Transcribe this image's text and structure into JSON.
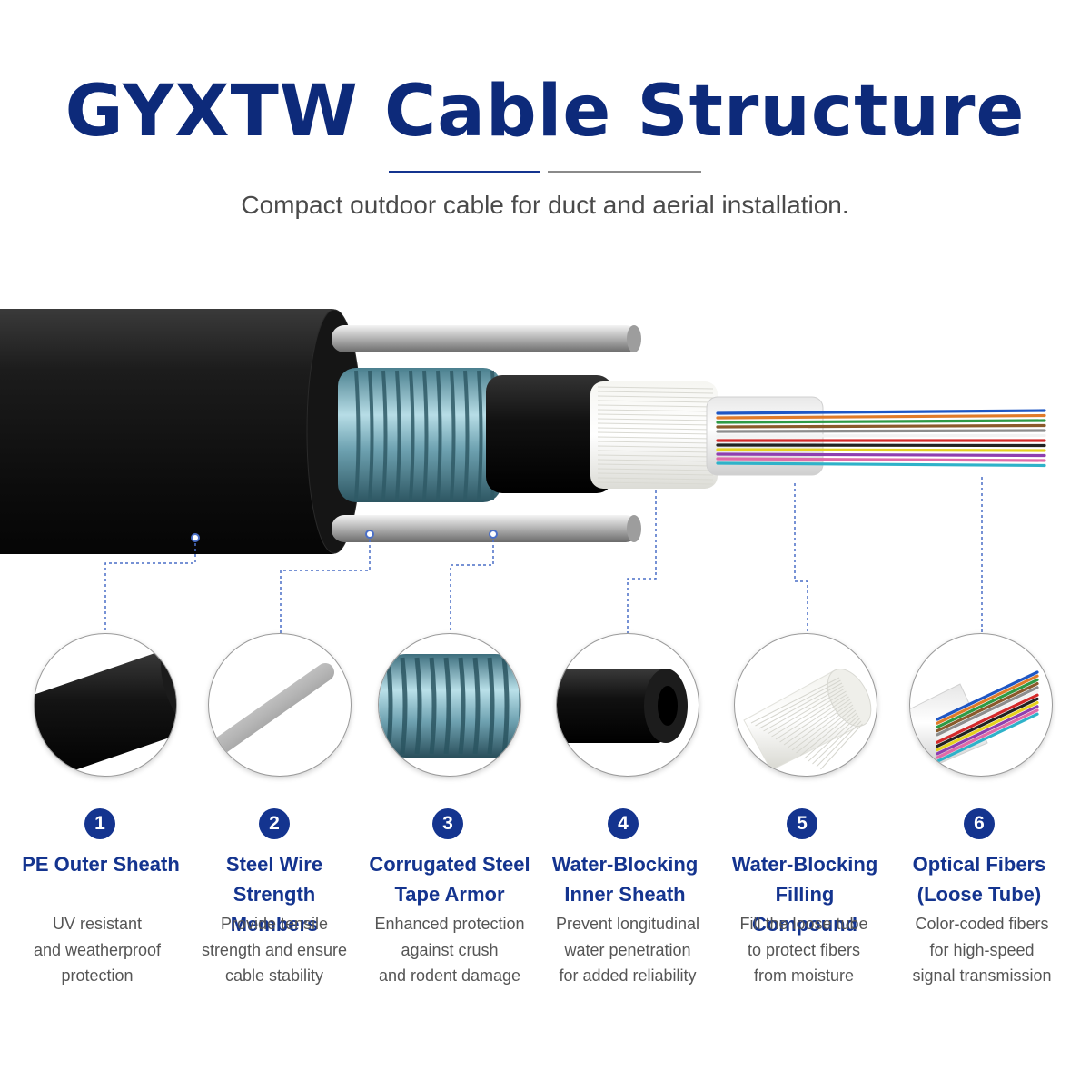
{
  "title": "GYXTW Cable Structure",
  "subtitle": "Compact outdoor cable for duct and aerial installation.",
  "colors": {
    "brand_blue": "#14348f",
    "title_blue": "#0d2a7a",
    "divider_gray": "#8a8a8a",
    "text_gray": "#555555",
    "leader_line": "#4a6fc7"
  },
  "components": [
    {
      "number": "1",
      "name": "PE Outer Sheath",
      "description": [
        "UV resistant",
        "and weatherproof",
        "protection"
      ],
      "icon": "pe-outer-sheath-icon"
    },
    {
      "number": "2",
      "name": "Steel Wire Strength Members",
      "description": [
        "Provide tensile",
        "strength and ensure",
        "cable stability"
      ],
      "icon": "steel-wire-icon"
    },
    {
      "number": "3",
      "name": "Corrugated Steel Tape Armor",
      "description": [
        "Enhanced protection",
        "against crush",
        "and rodent damage"
      ],
      "icon": "corrugated-armor-icon"
    },
    {
      "number": "4",
      "name": "Water-Blocking Inner Sheath",
      "description": [
        "Prevent longitudinal",
        "water penetration",
        "for added reliability"
      ],
      "icon": "inner-sheath-icon"
    },
    {
      "number": "5",
      "name": "Water-Blocking Filling Compound",
      "description": [
        "Fill the loose tube",
        "to protect fibers",
        "from moisture"
      ],
      "icon": "filling-compound-icon"
    },
    {
      "number": "6",
      "name": "Optical Fibers (Loose Tube)",
      "description": [
        "Color-coded fibers",
        "for high-speed",
        "signal transmission"
      ],
      "icon": "optical-fibers-icon"
    }
  ],
  "fiber_colors": [
    "#1f57c4",
    "#e07b2a",
    "#2e9a45",
    "#8a5a2b",
    "#8d8d8d",
    "#f2f2f2",
    "#d42a2a",
    "#222222",
    "#e6d21f",
    "#8e3fb0",
    "#e06aa8",
    "#2fb2c9"
  ]
}
